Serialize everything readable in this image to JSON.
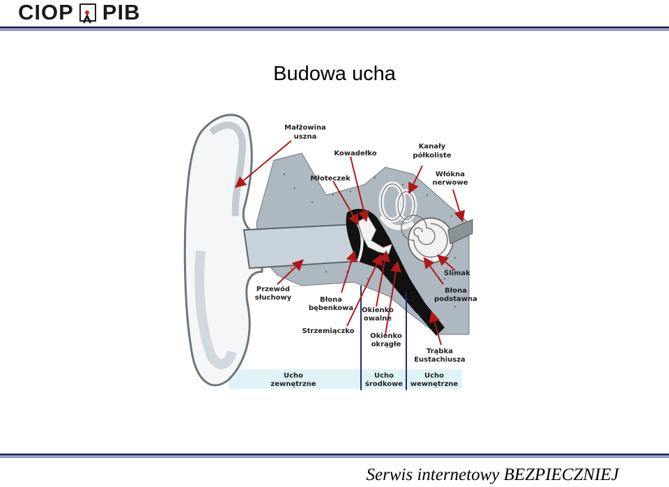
{
  "header": {
    "logo_text_left": "CIOP",
    "logo_text_right": "PIB",
    "logo_icon": "ciop-person-icon"
  },
  "slide": {
    "title": "Budowa ucha"
  },
  "diagram": {
    "labels": {
      "malzowina_1": "Małżowina",
      "malzowina_2": "uszna",
      "kowadelko": "Kowadełko",
      "kanaly_1": "Kanały",
      "kanaly_2": "półkoliste",
      "mloteczek": "Młoteczek",
      "wlokna_1": "Włókna",
      "wlokna_2": "nerwowe",
      "slimak": "Ślimak",
      "przewod_1": "Przewód",
      "przewod_2": "słuchowy",
      "blona_bebenkowa_1": "Błona",
      "blona_bebenkowa_2": "bębenkowa",
      "okienko_owalne_1": "Okienko",
      "okienko_owalne_2": "owalne",
      "blona_podstawna_1": "Błona",
      "blona_podstawna_2": "podstawna",
      "strzemiaczko": "Strzemiączko",
      "okienko_okragle_1": "Okienko",
      "okienko_okragle_2": "okrągłe",
      "trabka_1": "Trąbka",
      "trabka_2": "Eustachiusza",
      "ucho_zewn_1": "Ucho",
      "ucho_zewn_2": "zewnętrzne",
      "ucho_srod_1": "Ucho",
      "ucho_srod_2": "środkowe",
      "ucho_wewn_1": "Ucho",
      "ucho_wewn_2": "wewnętrzne"
    },
    "colors": {
      "arrow": "#b01818",
      "divider": "#1f2a6e",
      "band": "#dff2f8",
      "bone": "#aeb8c0",
      "canal": "#c8d2da"
    }
  },
  "footer": {
    "text": "Serwis internetowy BEZPIECZNIEJ"
  }
}
